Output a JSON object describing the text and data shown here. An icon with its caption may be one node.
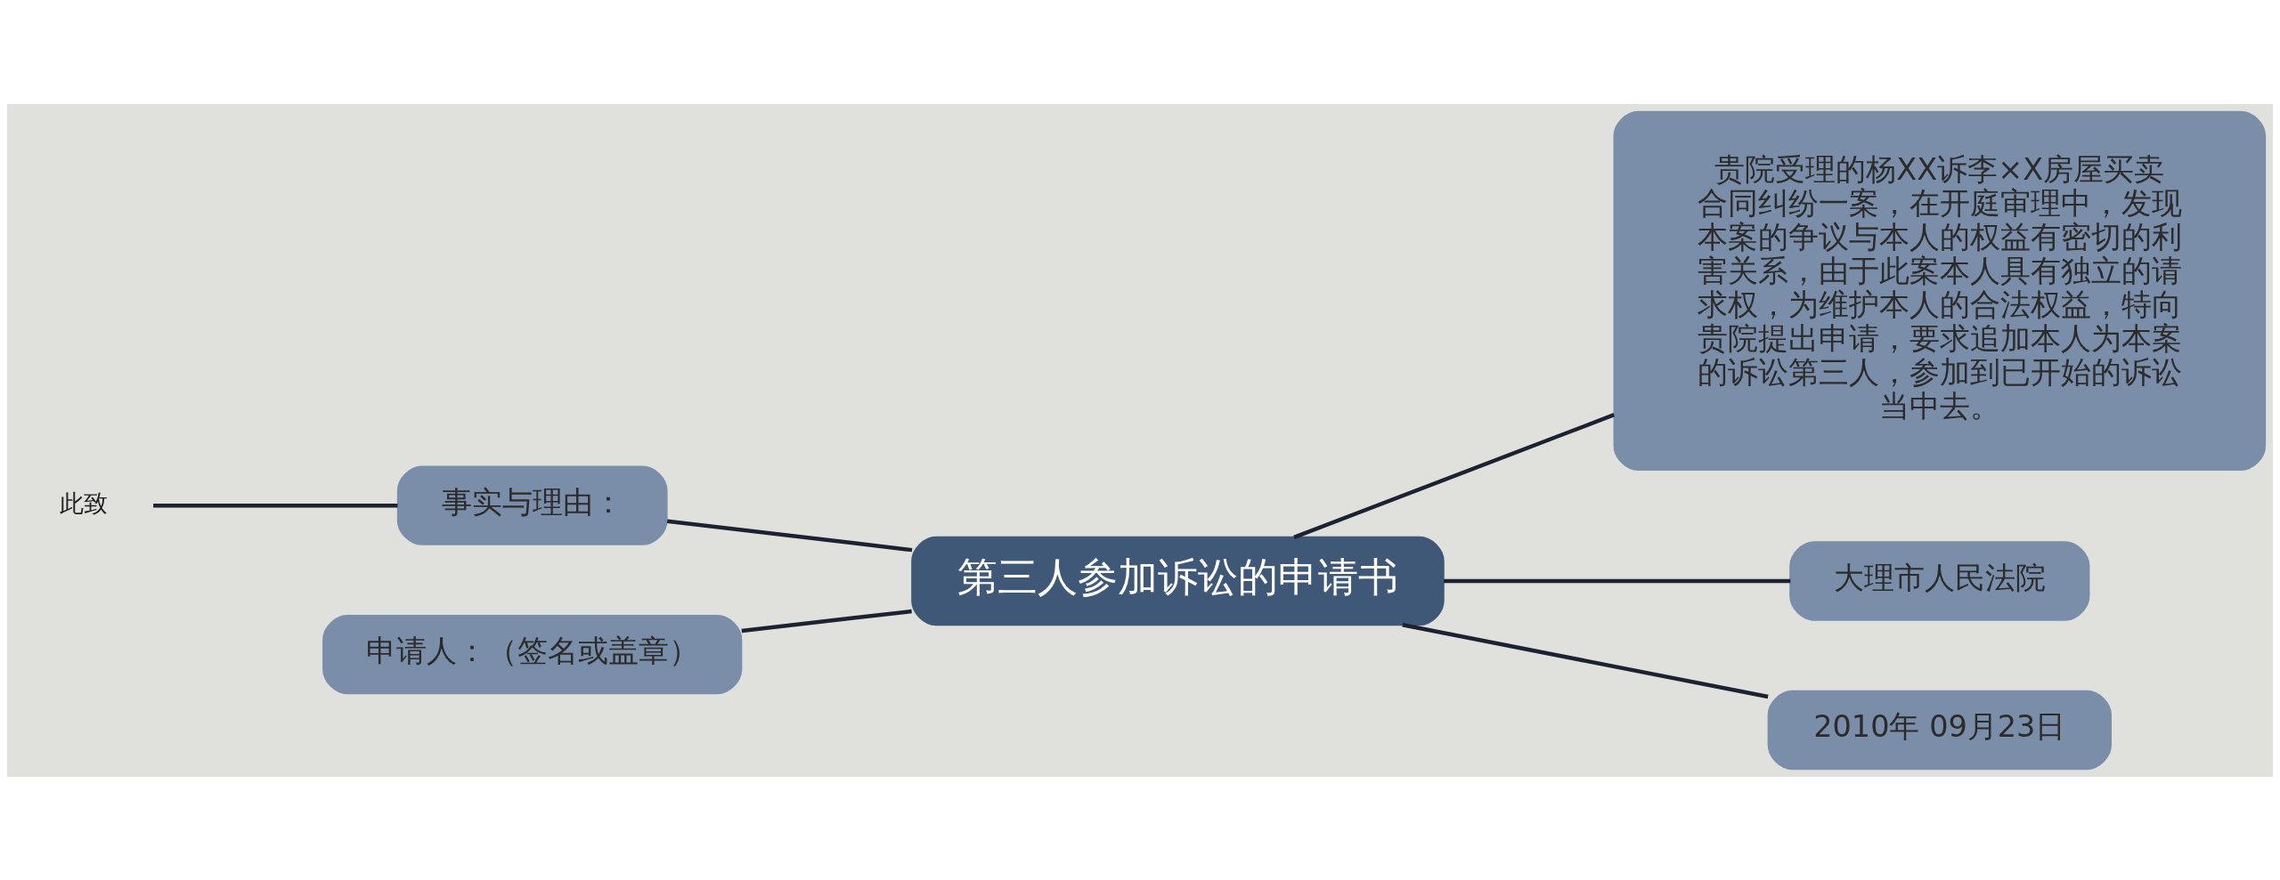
{
  "diagram": {
    "nodes": [
      {
        "text": [
          "第三人参加诉讼的申请书"
        ]
      },
      {
        "text": [
          "贵院受理的杨XX诉李×X房屋买卖合同纠纷一案，在开庭审理中，发现本案的争议与本人的权益有密切的利害关系，由于此案本人具有独立的请求权，为维护本人的合法权益，特向贵院提出申请，要求追加本人为本案的诉讼第三人，参加到已开始的诉讼当中去。"
        ]
      },
      {
        "text": [
          "大理市人民法院"
        ]
      },
      {
        "text": [
          "2010年 09月23日"
        ]
      },
      {
        "text": [
          "事实与理由："
        ]
      },
      {
        "text": [
          "此致"
        ]
      },
      {
        "text": [
          "申请人：（签名或盖章）"
        ]
      }
    ],
    "edges": [
      {
        "from": 0,
        "to": 1,
        "arrow": "none"
      },
      {
        "from": 0,
        "to": 2,
        "arrow": "none"
      },
      {
        "from": 0,
        "to": 3,
        "arrow": "none"
      },
      {
        "from": 0,
        "to": 4,
        "arrow": "none"
      },
      {
        "from": 4,
        "to": 5,
        "arrow": "none"
      },
      {
        "from": 0,
        "to": 6,
        "arrow": "none"
      }
    ]
  }
}
